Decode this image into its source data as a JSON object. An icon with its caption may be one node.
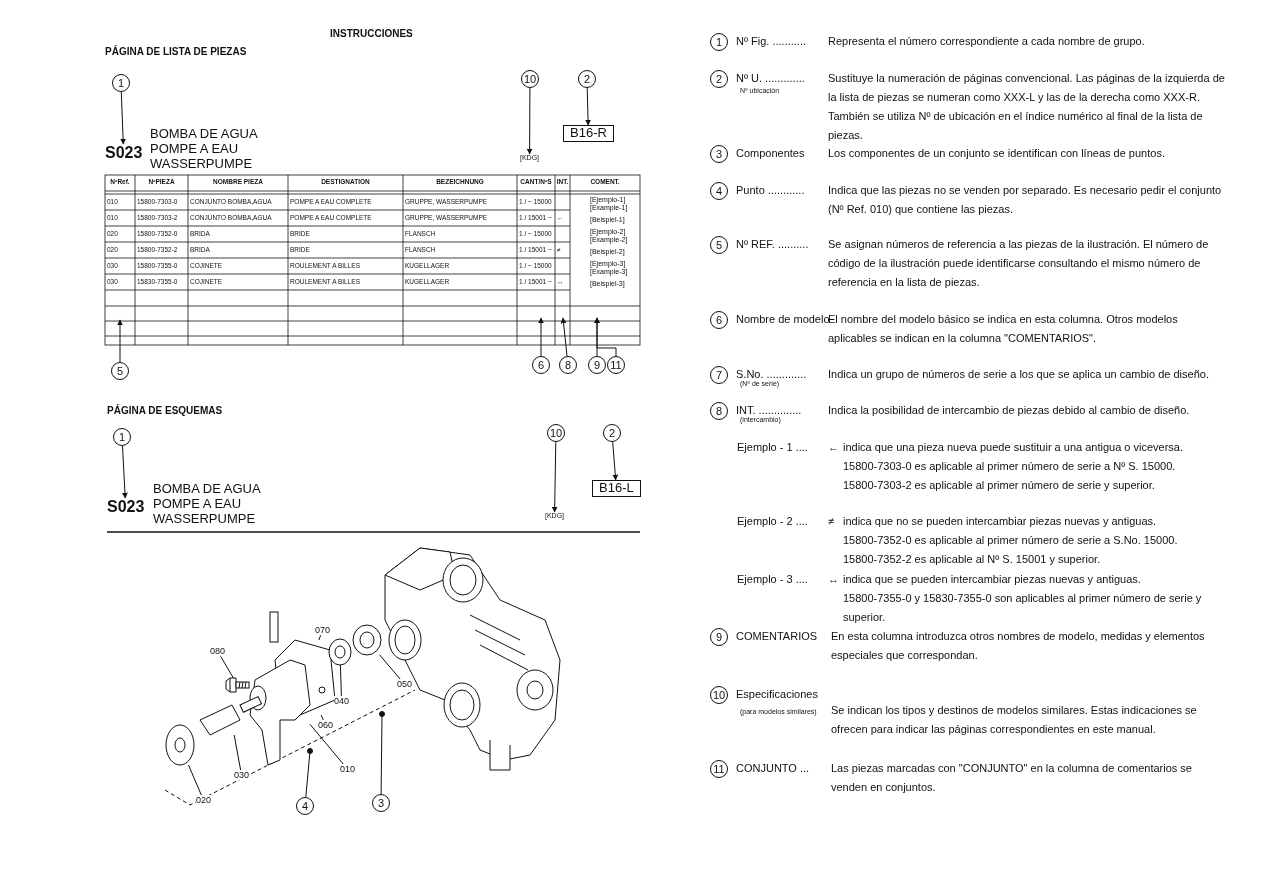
{
  "diagram": {
    "nodes": [
      {
        "text": [
          "1"
        ]
      },
      {
        "text": [
          "S023"
        ]
      },
      {
        "text": [
          "10"
        ]
      },
      {
        "text": [
          "[KDG]"
        ]
      },
      {
        "text": [
          "2"
        ]
      },
      {
        "text": [
          "B16-R"
        ]
      },
      {
        "text": [
          "5"
        ]
      },
      {
        "text": [
          "6"
        ]
      },
      {
        "text": [
          "8"
        ]
      },
      {
        "text": [
          "9"
        ]
      },
      {
        "text": [
          "11"
        ]
      },
      {
        "text": [
          "1"
        ]
      },
      {
        "text": [
          "S023"
        ]
      },
      {
        "text": [
          "10"
        ]
      },
      {
        "text": [
          "[KDG]"
        ]
      },
      {
        "text": [
          "2"
        ]
      },
      {
        "text": [
          "B16-L"
        ]
      },
      {
        "text": [
          "080"
        ]
      },
      {
        "text": [
          "070"
        ]
      },
      {
        "text": [
          "050"
        ]
      },
      {
        "text": [
          "040"
        ]
      },
      {
        "text": [
          "060"
        ]
      },
      {
        "text": [
          "010"
        ]
      },
      {
        "text": [
          "030"
        ]
      },
      {
        "text": [
          "020"
        ]
      },
      {
        "text": [
          "4"
        ]
      },
      {
        "text": [
          "3"
        ]
      },
      {
        "text": [
          "1"
        ]
      },
      {
        "text": [
          "2"
        ]
      },
      {
        "text": [
          "3"
        ]
      },
      {
        "text": [
          "4"
        ]
      },
      {
        "text": [
          "5"
        ]
      },
      {
        "text": [
          "6"
        ]
      },
      {
        "text": [
          "7"
        ]
      },
      {
        "text": [
          "8"
        ]
      },
      {
        "text": [
          "9"
        ]
      },
      {
        "text": [
          "10"
        ]
      },
      {
        "text": [
          "11"
        ]
      },
      {
        "text": [],
        "shape": "picture"
      },
      {
        "text": [],
        "shape": "picture"
      },
      {
        "text": [],
        "shape": "picture"
      },
      {
        "text": [],
        "shape": "picture"
      },
      {
        "text": [],
        "shape": "picture"
      },
      {
        "text": [],
        "shape": "picture"
      },
      {
        "text": [],
        "shape": "picture"
      },
      {
        "text": [],
        "shape": "circle"
      },
      {
        "text": [],
        "shape": "circle"
      }
    ],
    "edges": [
      {
        "from": 0,
        "to": 1,
        "arrow": "to"
      },
      {
        "from": 2,
        "to": 3,
        "arrow": "to"
      },
      {
        "from": 4,
        "to": 5,
        "arrow": "to"
      },
      {
        "from": 6,
        "to": null,
        "arrow": "to"
      },
      {
        "from": 7,
        "to": null,
        "arrow": "to"
      },
      {
        "from": 8,
        "to": null,
        "arrow": "to"
      },
      {
        "from": 9,
        "to": null,
        "arrow": "to"
      },
      {
        "from": 10,
        "to": null,
        "arrow": "to"
      },
      {
        "from": 11,
        "to": 12,
        "arrow": "to"
      },
      {
        "from": 13,
        "to": 14,
        "arrow": "to"
      },
      {
        "from": 15,
        "to": 16,
        "arrow": "to"
      },
      {
        "from": 17,
        "to": 38,
        "arrow": "none"
      },
      {
        "from": 18,
        "to": 39,
        "arrow": "none"
      },
      {
        "from": 19,
        "to": 40,
        "arrow": "none"
      },
      {
        "from": 20,
        "to": 41,
        "arrow": "none"
      },
      {
        "from": 21,
        "to": 39,
        "arrow": "none"
      },
      {
        "from": 22,
        "to": 42,
        "arrow": "none"
      },
      {
        "from": 23,
        "to": 43,
        "arrow": "none"
      },
      {
        "from": 24,
        "to": 44,
        "arrow": "none"
      },
      {
        "from": 25,
        "to": 45,
        "arrow": "none"
      },
      {
        "from": 26,
        "to": 46,
        "arrow": "none"
      }
    ],
    "labels": [
      "INSTRUCCIONES",
      "PÁGINA DE LISTA DE PIEZAS",
      "BOMBA DE AGUA",
      "POMPE A EAU",
      "WASSERPUMPE",
      "NºRef.",
      "NºPIEZA",
      "NOMBRE PIEZA",
      "DESTIGNATION",
      "BEZEICHNUNG",
      "CANT/NºS",
      "INT.",
      "COMENT.",
      "010",
      "15800-7303-0",
      "CONJUNTO BOMBA,AGUA",
      "POMPE A EAU COMPLETE",
      "GRUPPE, WASSERPUMPE",
      "1 / ~ 15000",
      "[Ejemplo-1] [Example-1]",
      "010",
      "15800-7303-2",
      "CONJUNTO BOMBA,AGUA",
      "POMPE A EAU COMPLETE",
      "GRUPPE, WASSERPUMPE",
      "1 / 15001 ~",
      "←",
      "[Beispiel-1]",
      "020",
      "15800-7352-0",
      "BRIDA",
      "BRIDE",
      "FLANSCH",
      "1 / ~ 15000",
      "[Ejemplo-2] [Example-2]",
      "020",
      "15800-7352-2",
      "BRIDA",
      "BRIDE",
      "FLANSCH",
      "1 / 15001 ~",
      "≠",
      "[Beispiel-2]",
      "030",
      "15800-7355-0",
      "COJINETE",
      "ROULEMENT A BILLES",
      "KUGELLAGER",
      "1 / ~ 15000",
      "[Ejemplo-3] [Example-3]",
      "030",
      "15830-7355-0",
      "COJINETE",
      "ROULEMENT A BILLES",
      "KUGELLAGER",
      "1 / 15001 ~",
      "↔",
      "[Beispiel-3]",
      "PÁGINA DE ESQUEMAS",
      "BOMBA DE AGUA",
      "POMPE A EAU",
      "WASSERPUMPE",
      "Nº Fig. ...........",
      "Representa el número correspondiente a cada nombre de grupo.",
      "Nº U. .............",
      "Nº ubicación",
      "Sustituye la numeración de páginas convencional. Las páginas de la izquierda de la lista de piezas se numeran como XXX-L y las de la derecha como XXX-R. También se utiliza Nº de ubicación en el índice numérico al final de la lista de piezas.",
      "Componentes",
      "Los componentes de un conjunto se identifican con líneas de puntos.",
      "Punto ............",
      "Indica que las piezas no se venden por separado. Es necesario pedir el conjunto (Nº Ref. 010) que contiene las piezas.",
      "Nº REF. ..........",
      "Se asignan números de referencia a las piezas de la ilustración. El número de código de la ilustración puede identificarse consultando el mismo número de referencia en la lista de piezas.",
      "Nombre de modelo",
      "El nombre del modelo básico se indica en esta columna. Otros modelos aplicables se indican en la columna \"COMENTARIOS\".",
      "S.No. .............",
      "(Nº de serie)",
      "Indica un grupo de números de serie a los que se aplica un cambio de diseño.",
      "INT. ..............",
      "(intercambio)",
      "Indica la posibilidad de intercambio de piezas debido al cambio de diseño.",
      "Ejemplo - 1 ....",
      "←",
      "indica que una pieza nueva puede sustituir a una antigua o viceversa.",
      "15800-7303-0 es aplicable al primer número de serie a Nº S. 15000.",
      "15800-7303-2 es aplicable al primer número de serie y superior.",
      "Ejemplo - 2 ....",
      "≠",
      "indica que no se pueden intercambiar piezas nuevas y antiguas.",
      "15800-7352-0 es aplicable al primer número de serie a S.No. 15000.",
      "15800-7352-2 es aplicable al Nº S. 15001 y superior.",
      "Ejemplo - 3 ....",
      "↔",
      "indica que se pueden intercambiar piezas nuevas y antiguas.",
      "15800-7355-0 y 15830-7355-0 son aplicables al primer número de serie y superior.",
      "COMENTARIOS",
      "En esta columna introduzca otros nombres de modelo, medidas y elementos especiales que correspondan.",
      "Especificaciones",
      "(para modelos similares)",
      "Se indican los tipos y destinos de modelos similares. Estas indicaciones se ofrecen para indicar las páginas correspondientes en este manual.",
      "CONJUNTO ...",
      "Las piezas marcadas con \"CONJUNTO\" en la columna de comentarios se venden en conjuntos."
    ]
  }
}
